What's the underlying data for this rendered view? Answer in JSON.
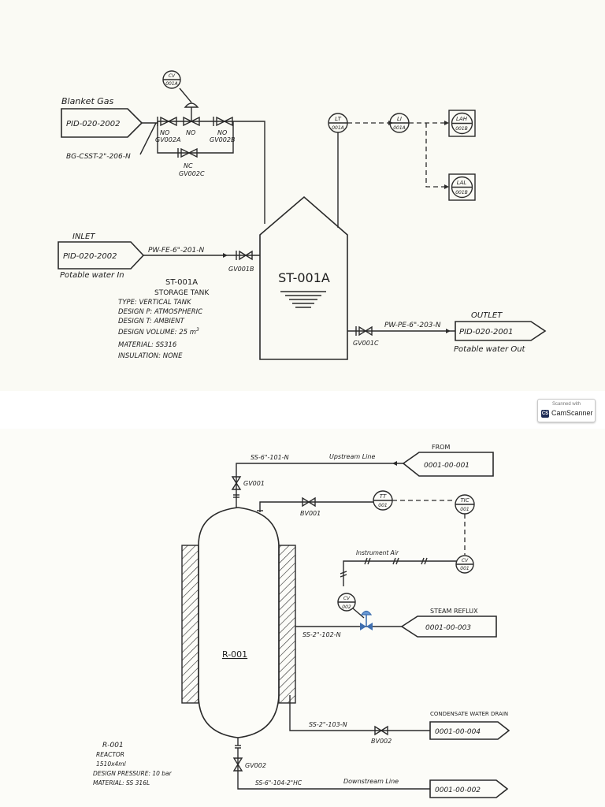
{
  "top": {
    "blanket_gas_label": "Blanket Gas",
    "blanket_gas_ref": "PID-020-2002",
    "blanket_gas_line": "BG-CSST-2\"-206-N",
    "cv_top": "CV",
    "cv_bot": "001A",
    "gv002a_state": "NO",
    "gv002a": "GV002A",
    "cv_valve_state": "NO",
    "gv002b_state": "NO",
    "gv002b": "GV002B",
    "gv002c_state": "NC",
    "gv002c": "GV002C",
    "lt_top": "LT",
    "lt_bot": "001A",
    "li_top": "LI",
    "li_bot": "001A",
    "lah_top": "LAH",
    "lah_bot": "001B",
    "lal_top": "LAL",
    "lal_bot": "001B",
    "inlet_label": "INLET",
    "inlet_ref": "PID-020-2002",
    "inlet_line": "PW-FE-6\"-201-N",
    "inlet_sub": "Potable water In",
    "gv001b": "GV001B",
    "tank_tag": "ST-001A",
    "spec_tag": "ST-001A",
    "spec_name": "STORAGE TANK",
    "spec_type": "TYPE: VERTICAL TANK",
    "spec_dp": "DESIGN P: ATMOSPHERIC",
    "spec_dt": "DESIGN T: AMBIENT",
    "spec_vol": "DESIGN VOLUME: 25 m",
    "spec_vol_exp": "3",
    "spec_mat": "MATERIAL: SS316",
    "spec_ins": "INSULATION: NONE",
    "outlet_label": "OUTLET",
    "outlet_line": "PW-PE-6\"-203-N",
    "outlet_ref": "PID-020-2001",
    "outlet_sub": "Potable water Out",
    "gv001c": "GV001C"
  },
  "badge": {
    "scanned_with": "Scanned with",
    "logo": "CS",
    "app_name": "CamScanner"
  },
  "bottom": {
    "from_label": "FROM",
    "from_ref": "0001-00-001",
    "upstream_line_code": "SS-6\"-101-N",
    "upstream_label": "Upstream Line",
    "gv001": "GV001",
    "bv001": "BV001",
    "tt_top": "TT",
    "tt_bot": "001",
    "tic_top": "TIC",
    "tic_bot": "001",
    "instrument_air": "Instrument Air",
    "cv_right_top": "CV",
    "cv_right_bot": "001",
    "cv_left_top": "CV",
    "cv_left_bot": "002",
    "steam_reflux": "STEAM REFLUX",
    "steam_ref": "0001-00-003",
    "steam_line": "SS-2\"-102-N",
    "reactor_tag": "R-001",
    "condensate_label": "CONDENSATE WATER DRAIN",
    "condensate_ref": "0001-00-004",
    "condensate_line": "SS-2\"-103-N",
    "bv002": "BV002",
    "gv002": "GV002",
    "downstream_line_code": "SS-6\"-104-2\"HC",
    "downstream_label": "Downstream Line",
    "downstream_ref": "0001-00-002",
    "spec_tag": "R-001",
    "spec_name": "REACTOR",
    "spec_size": "1510x4ml",
    "spec_dp": "DESIGN PRESSURE: 10 bar",
    "spec_mat": "MATERIAL: SS 316L"
  }
}
